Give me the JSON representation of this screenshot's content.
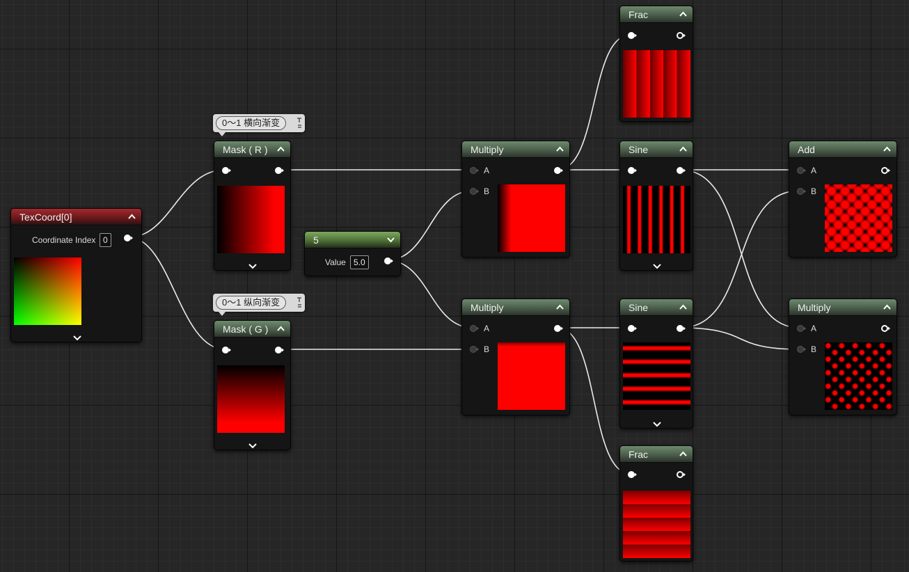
{
  "nodes": {
    "texcoord": {
      "title": "TexCoord[0]",
      "param_label": "Coordinate Index",
      "param_value": "0"
    },
    "mask_r": {
      "title": "Mask ( R )",
      "comment": "0～1 横向渐变"
    },
    "mask_g": {
      "title": "Mask ( G )",
      "comment": "0～1 纵向渐变"
    },
    "constant": {
      "title": "5",
      "param_label": "Value",
      "param_value": "5.0"
    },
    "multiply_top": {
      "title": "Multiply",
      "pin_a": "A",
      "pin_b": "B"
    },
    "multiply_bottom": {
      "title": "Multiply",
      "pin_a": "A",
      "pin_b": "B"
    },
    "frac_top": {
      "title": "Frac"
    },
    "sine_top": {
      "title": "Sine"
    },
    "sine_bottom": {
      "title": "Sine"
    },
    "frac_bottom": {
      "title": "Frac"
    },
    "add": {
      "title": "Add",
      "pin_a": "A",
      "pin_b": "B"
    },
    "multiply_result": {
      "title": "Multiply",
      "pin_a": "A",
      "pin_b": "B"
    }
  },
  "colors": {
    "canvas_background": "#262626",
    "wire": "#ececec",
    "header_texcoord": "#8e2328",
    "header_math": "#56705a",
    "header_constant": "#5e8a44",
    "preview_red": "#ff0000"
  }
}
